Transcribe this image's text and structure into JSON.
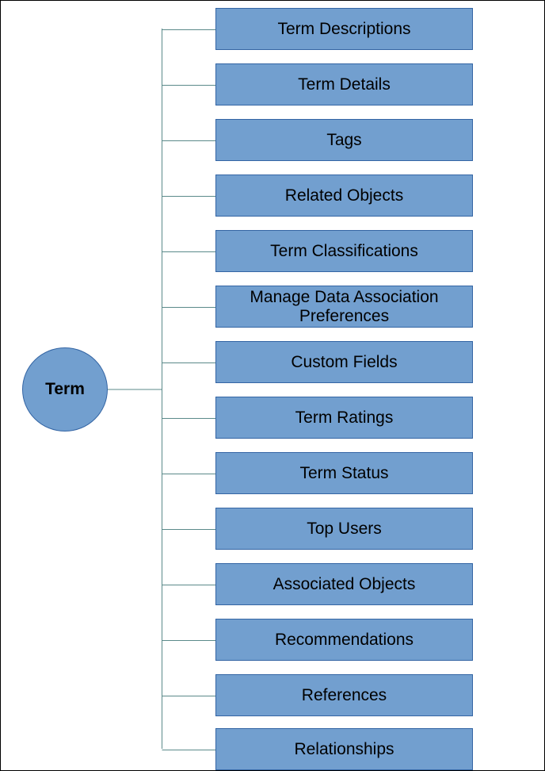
{
  "diagram": {
    "root": {
      "label": "Term"
    },
    "children": [
      {
        "label": "Term Descriptions"
      },
      {
        "label": "Term Details"
      },
      {
        "label": "Tags"
      },
      {
        "label": "Related Objects"
      },
      {
        "label": "Term Classifications"
      },
      {
        "label": "Manage Data Association Preferences"
      },
      {
        "label": "Custom Fields"
      },
      {
        "label": "Term Ratings"
      },
      {
        "label": "Term Status"
      },
      {
        "label": "Top Users"
      },
      {
        "label": "Associated Objects"
      },
      {
        "label": "Recommendations"
      },
      {
        "label": "References"
      },
      {
        "label": "Relationships"
      }
    ],
    "colors": {
      "node_fill": "#729fcf",
      "node_border": "#3465a4",
      "connector": "#5b8a8a"
    }
  }
}
